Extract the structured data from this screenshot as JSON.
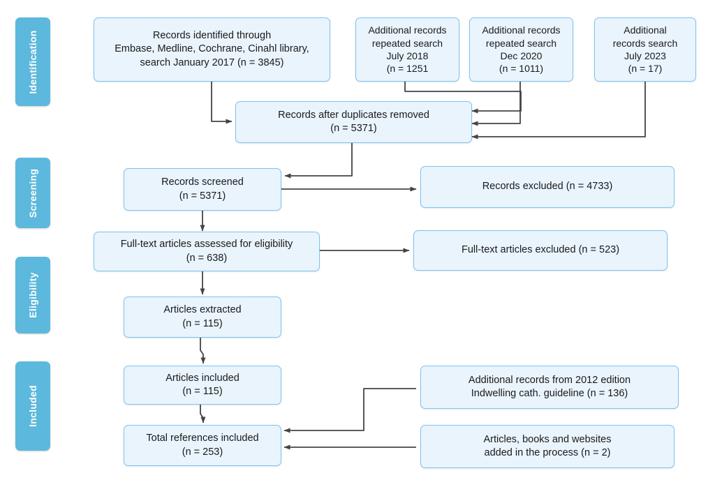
{
  "diagram": {
    "title": "PRISMA flow diagram",
    "type": "flowchart",
    "colors": {
      "stage_bar": "#5cb8dc",
      "box_fill": "#eaf4fd",
      "box_border": "#7cc3f2",
      "arrow": "#444444",
      "text": "#1a1a1a"
    }
  },
  "stages": [
    {
      "label": "Identification"
    },
    {
      "label": "Screening"
    },
    {
      "label": "Eligibility"
    },
    {
      "label": "Included"
    }
  ],
  "boxes": {
    "records_identified": "Records identified through\nEmbase, Medline, Cochrane, Cinahl library,\nsearch January 2017 (n = 3845)",
    "additional_2018": "Additional records\nrepeated search\nJuly 2018\n(n = 1251",
    "additional_2020": "Additional records\nrepeated search\nDec 2020\n(n = 1011)",
    "additional_2023": "Additional\nrecords search\nJuly 2023\n(n = 17)",
    "duplicates_removed": "Records after duplicates removed\n(n = 5371)",
    "records_screened": "Records screened\n(n = 5371)",
    "records_excluded": "Records excluded (n = 4733)",
    "fulltext_assessed": "Full-text articles assessed for eligibility\n(n = 638)",
    "fulltext_excluded": "Full-text articles excluded (n = 523)",
    "articles_extracted": "Articles extracted\n(n = 115)",
    "articles_included": "Articles included\n(n = 115)",
    "total_references": "Total references included\n(n = 253)",
    "additional_2012": "Additional records from 2012 edition\nIndwelling cath. guideline (n = 136)",
    "articles_books_websites": "Articles, books and websites\nadded in the process (n = 2)"
  },
  "chart_data": {
    "type": "flowchart",
    "title": "PRISMA flow diagram",
    "nodes": [
      {
        "id": "records_identified",
        "stage": "Identification",
        "label": "Records identified through Embase, Medline, Cochrane, Cinahl library, search January 2017",
        "n": 3845
      },
      {
        "id": "additional_2018",
        "stage": "Identification",
        "label": "Additional records repeated search July 2018",
        "n": 1251
      },
      {
        "id": "additional_2020",
        "stage": "Identification",
        "label": "Additional records repeated search Dec 2020",
        "n": 1011
      },
      {
        "id": "additional_2023",
        "stage": "Identification",
        "label": "Additional records search July 2023",
        "n": 17
      },
      {
        "id": "duplicates_removed",
        "stage": "Identification",
        "label": "Records after duplicates removed",
        "n": 5371
      },
      {
        "id": "records_screened",
        "stage": "Screening",
        "label": "Records screened",
        "n": 5371
      },
      {
        "id": "records_excluded",
        "stage": "Screening",
        "label": "Records excluded",
        "n": 4733
      },
      {
        "id": "fulltext_assessed",
        "stage": "Eligibility",
        "label": "Full-text articles assessed for eligibility",
        "n": 638
      },
      {
        "id": "fulltext_excluded",
        "stage": "Eligibility",
        "label": "Full-text articles excluded",
        "n": 523
      },
      {
        "id": "articles_extracted",
        "stage": "Eligibility",
        "label": "Articles extracted",
        "n": 115
      },
      {
        "id": "articles_included",
        "stage": "Included",
        "label": "Articles included",
        "n": 115
      },
      {
        "id": "total_references",
        "stage": "Included",
        "label": "Total references included",
        "n": 253
      },
      {
        "id": "additional_2012",
        "stage": "Included",
        "label": "Additional records from 2012 edition Indwelling cath. guideline",
        "n": 136
      },
      {
        "id": "articles_books_websites",
        "stage": "Included",
        "label": "Articles, books and websites added in the process",
        "n": 2
      }
    ],
    "edges": [
      {
        "from": "records_identified",
        "to": "duplicates_removed"
      },
      {
        "from": "additional_2018",
        "to": "duplicates_removed"
      },
      {
        "from": "additional_2020",
        "to": "duplicates_removed"
      },
      {
        "from": "additional_2023",
        "to": "duplicates_removed"
      },
      {
        "from": "duplicates_removed",
        "to": "records_screened"
      },
      {
        "from": "records_screened",
        "to": "records_excluded"
      },
      {
        "from": "records_screened",
        "to": "fulltext_assessed"
      },
      {
        "from": "fulltext_assessed",
        "to": "fulltext_excluded"
      },
      {
        "from": "fulltext_assessed",
        "to": "articles_extracted"
      },
      {
        "from": "articles_extracted",
        "to": "articles_included"
      },
      {
        "from": "articles_included",
        "to": "total_references"
      },
      {
        "from": "additional_2012",
        "to": "total_references"
      },
      {
        "from": "articles_books_websites",
        "to": "total_references"
      }
    ]
  }
}
